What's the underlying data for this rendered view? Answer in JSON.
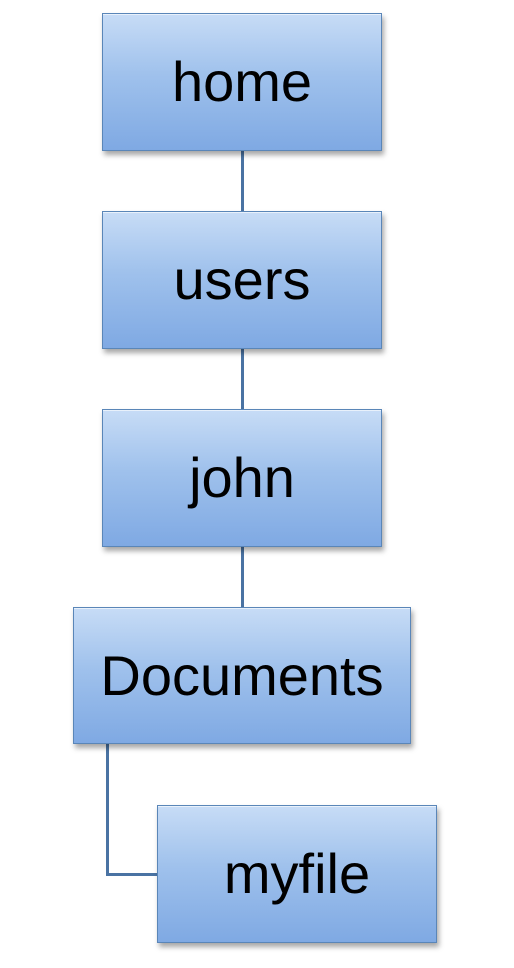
{
  "diagram": {
    "nodes": [
      {
        "id": "home",
        "label": "home"
      },
      {
        "id": "users",
        "label": "users"
      },
      {
        "id": "john",
        "label": "john"
      },
      {
        "id": "documents",
        "label": "Documents"
      },
      {
        "id": "myfile",
        "label": "myfile"
      }
    ],
    "edges": [
      {
        "from": "home",
        "to": "users"
      },
      {
        "from": "users",
        "to": "john"
      },
      {
        "from": "john",
        "to": "documents"
      },
      {
        "from": "documents",
        "to": "myfile"
      }
    ]
  },
  "colors": {
    "node_fill_top": "#c7dcf6",
    "node_fill_bottom": "#7fa9e3",
    "node_border": "#5a86b8",
    "connector": "#4a73a3",
    "text": "#000000"
  }
}
